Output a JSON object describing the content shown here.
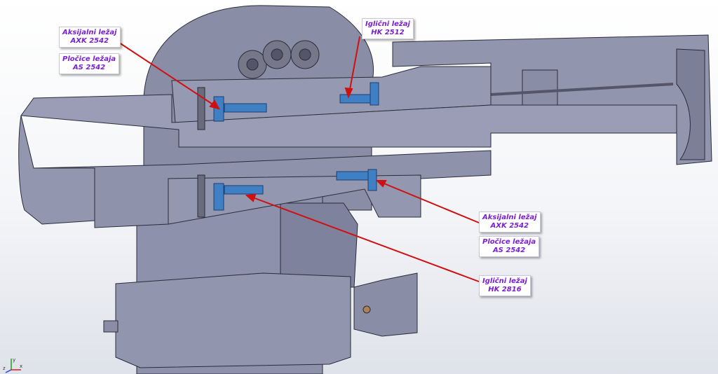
{
  "callouts": [
    {
      "line1": "Aksijalni ležaj",
      "line2": "AXK 2542"
    },
    {
      "line1": "Pločice ležaja",
      "line2": "AS 2542"
    },
    {
      "line1": "Iglični ležaj",
      "line2": "HK 2512"
    },
    {
      "line1": "Aksijalni ležaj",
      "line2": "AXK 2542"
    },
    {
      "line1": "Pločice ležaja",
      "line2": "AS 2542"
    },
    {
      "line1": "Iglični ležaj",
      "line2": "HK 2816"
    }
  ],
  "colors": {
    "part": "#8e91ab",
    "part_dark": "#5d6078",
    "bearing": "#3f7fc4",
    "leader": "#d01010",
    "label_text": "#7a1fd0"
  },
  "triad": {
    "x": "x",
    "y": "y",
    "z": "z"
  }
}
